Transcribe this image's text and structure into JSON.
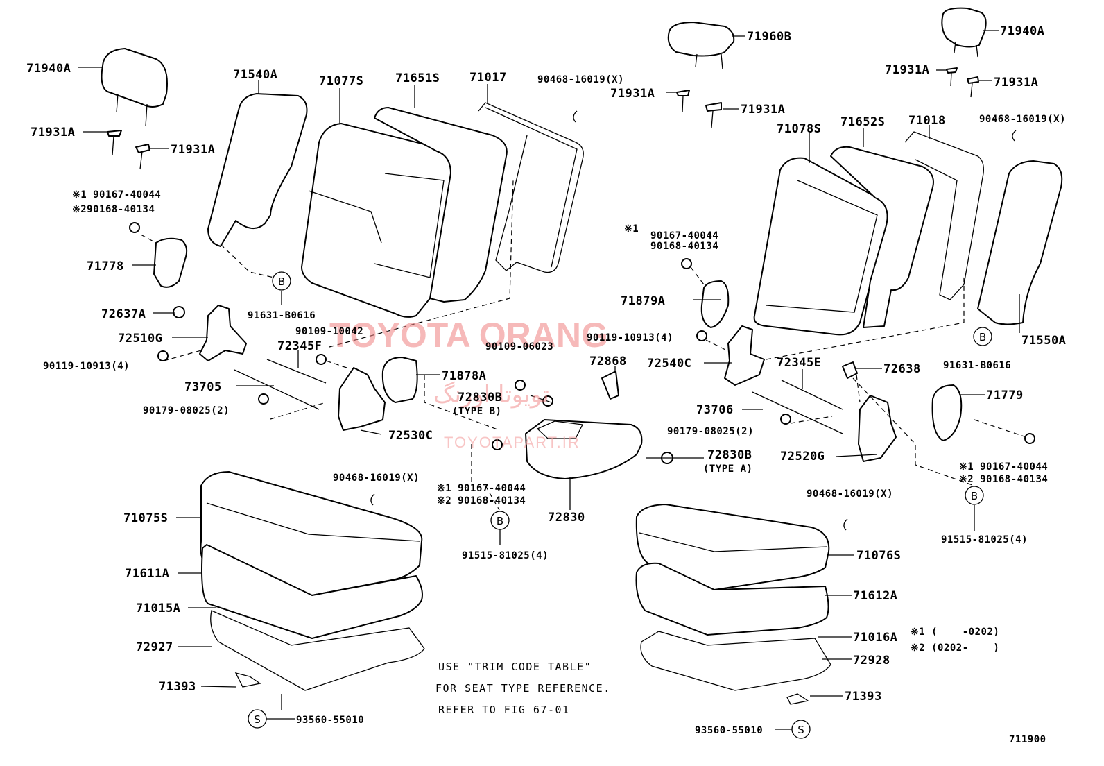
{
  "labels": {
    "p71940A_l": "71940A",
    "p71931A_l1": "71931A",
    "p71931A_l2": "71931A",
    "p71540A": "71540A",
    "p71077S": "71077S",
    "p71651S": "71651S",
    "p71017": "71017",
    "p90468_top_l": "90468-16019(X)",
    "p71931A_m1": "71931A",
    "p71931A_m2": "71931A",
    "p71960B": "71960B",
    "p71940A_r": "71940A",
    "p71931A_r1": "71931A",
    "p71931A_r2": "71931A",
    "p71078S": "71078S",
    "p71652S": "71652S",
    "p71018": "71018",
    "p90468_top_r": "90468-16019(X)",
    "note1_l": "※1 90167-40044",
    "note2_l": "※290168-40134",
    "p71778": "71778",
    "p91631_l": "91631-B0616",
    "p72637A": "72637A",
    "p72510G": "72510G",
    "p90119_l": "90119-10913(4)",
    "p90109_10042": "90109-10042",
    "p72345F": "72345F",
    "p73705": "73705",
    "p90179_l": "90179-08025(2)",
    "p72530C": "72530C",
    "p71878A": "71878A",
    "p90109_06023": "90109-06023",
    "p72830B_b": "72830B",
    "type_b": "(TYPE B)",
    "p72868": "72868",
    "note1_m": "※1",
    "p90167_m": "90167-40044",
    "p90168_m": "90168-40134",
    "p71879A": "71879A",
    "p90119_m": "90119-10913(4)",
    "p72540C": "72540C",
    "p72345E": "72345E",
    "p72638": "72638",
    "p73706": "73706",
    "p90179_r": "90179-08025(2)",
    "p72520G": "72520G",
    "p72830B_a": "72830B",
    "type_a": "(TYPE A)",
    "p72830": "72830",
    "p71550A": "71550A",
    "p91631_r": "91631-B0616",
    "p71779": "71779",
    "note1_r": "※1 90167-40044",
    "note2_r": "※2 90168-40134",
    "p91515_r": "91515-81025(4)",
    "p90468_mid_l": "90468-16019(X)",
    "note1_c": "※1 90167-40044",
    "note2_c": "※2 90168-40134",
    "p91515_c": "91515-81025(4)",
    "p90468_mid_r": "90468-16019(X)",
    "p71075S": "71075S",
    "p71611A": "71611A",
    "p71015A": "71015A",
    "p72927": "72927",
    "p71393_l": "71393",
    "p93560_l": "93560-55010",
    "p71076S": "71076S",
    "p71612A": "71612A",
    "p71016A": "71016A",
    "p72928": "72928",
    "p71393_r": "71393",
    "p93560_r": "93560-55010",
    "legend1": "※1 (    -0202)",
    "legend2": "※2 (0202-    )",
    "fig_no": "711900"
  },
  "notes": {
    "line1": "USE \"TRIM CODE TABLE\"",
    "line2": "FOR SEAT TYPE REFERENCE.",
    "line3": "REFER TO FIG 67-01"
  },
  "markers": {
    "b": "B",
    "s": "S"
  },
  "watermark": {
    "brand": "TOYOTA ORANG",
    "arabic": "تویوتا اورنگ",
    "site": "TOYOTAPART.IR"
  }
}
